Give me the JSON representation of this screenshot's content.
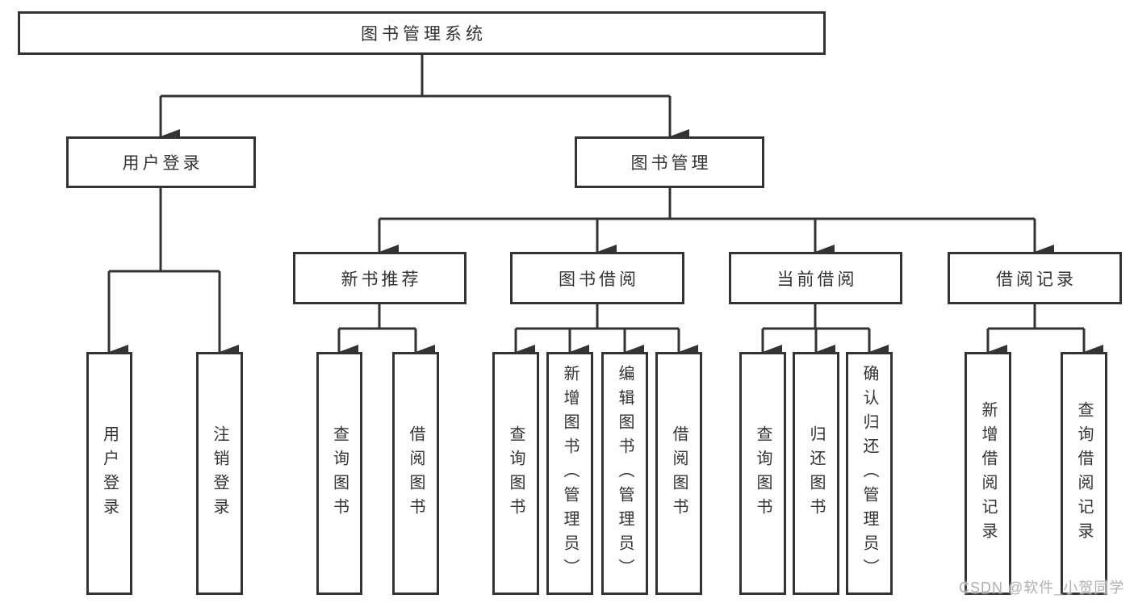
{
  "root": {
    "label": "图书管理系统"
  },
  "level2": {
    "user_login": {
      "label": "用户登录"
    },
    "book_mgmt": {
      "label": "图书管理"
    }
  },
  "level3": {
    "new_books": {
      "label": "新书推荐"
    },
    "book_borrow": {
      "label": "图书借阅"
    },
    "current_borrow": {
      "label": "当前借阅"
    },
    "borrow_records": {
      "label": "借阅记录"
    }
  },
  "leaves": {
    "user_login": [
      "用户登录",
      "注销登录"
    ],
    "new_books": [
      "查询图书",
      "借阅图书"
    ],
    "book_borrow": [
      "查询图书",
      "新增图书（管理员）",
      "编辑图书（管理员）",
      "借阅图书"
    ],
    "current_borrow": [
      "查询图书",
      "归还图书",
      "确认归还（管理员）"
    ],
    "borrow_records": [
      "新增借阅记录",
      "查询借阅记录"
    ]
  },
  "watermark": "CSDN @软件_小贺同学",
  "colors": {
    "line": "#333333",
    "box_border": "#333333",
    "text": "#333333",
    "background": "#ffffff",
    "watermark": "#b0b0b0"
  }
}
